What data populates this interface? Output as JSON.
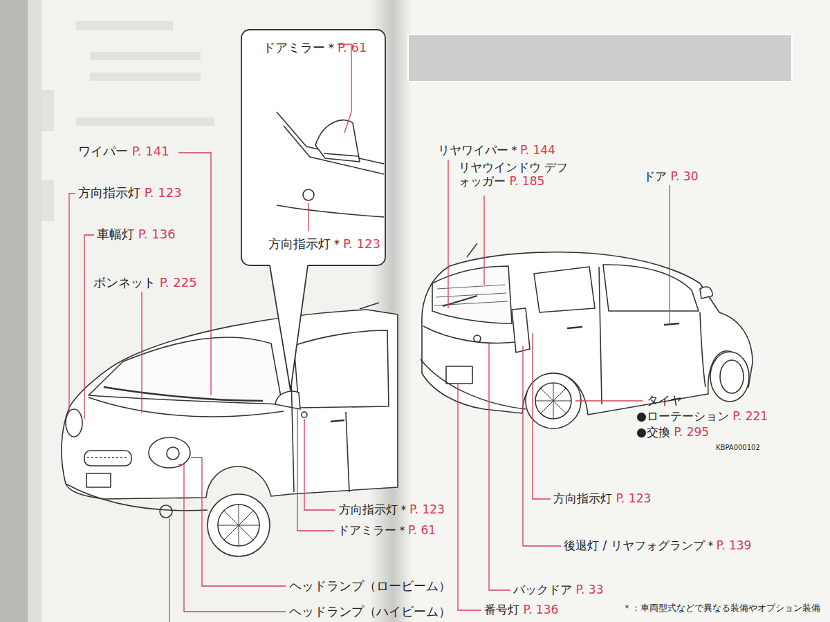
{
  "diagram": {
    "nodes": [
      {
        "text": [
          "ドアミラー＊P. 61",
          "方向指示灯＊P. 123"
        ]
      }
    ],
    "labels": [
      "ワイパー P. 141",
      "方向指示灯 P. 123",
      "車幅灯 P. 136",
      "ボンネット P. 225",
      "方向指示灯＊P. 123",
      "ドアミラー＊P. 61",
      "ヘッドランプ（ロービーム）",
      "ヘッドランプ（ハイビーム）",
      "リヤワイパー＊P. 144",
      "リヤウインドウ デフォッガー P. 185",
      "ドア P. 30",
      "タイヤ",
      "●ローテーション P. 221",
      "●交換 P. 295",
      "KBPA000102",
      "方向指示灯 P. 123",
      "後退灯 / リヤフォグランプ＊P. 139",
      "バックドア P. 33",
      "番号灯 P. 136",
      "＊：車両型式などで異なる装備やオプション装備"
    ]
  }
}
